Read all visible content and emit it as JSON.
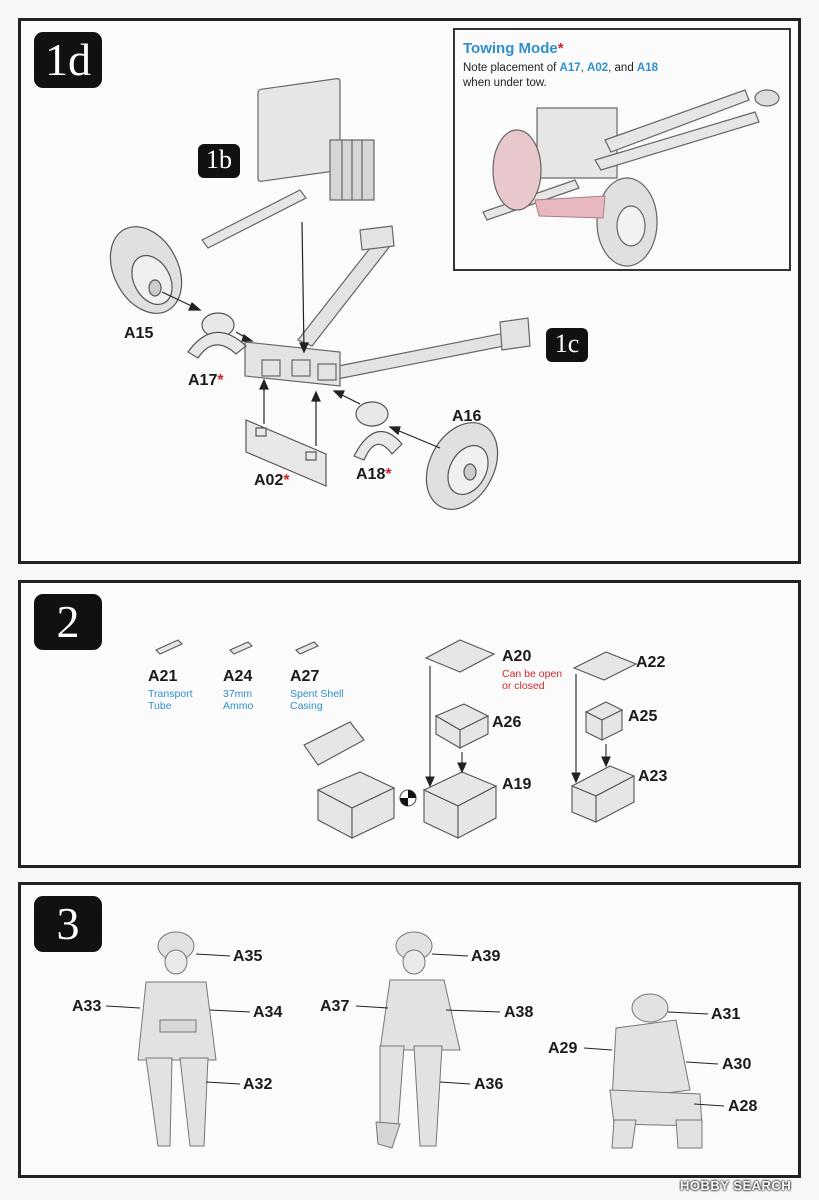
{
  "step1": {
    "number": "1d",
    "sub_b": "1b",
    "sub_c": "1c",
    "towing": {
      "title": "Towing Mode",
      "title_mark": "*",
      "note_prefix": "Note placement of ",
      "p1": "A17",
      "sep1": ", ",
      "p2": "A02",
      "sep2": ", and ",
      "p3": "A18",
      "note_suffix": "when under tow."
    },
    "parts": {
      "a15": "A15",
      "a17": "A17",
      "a02": "A02",
      "a18": "A18",
      "a16": "A16",
      "mark": "*"
    }
  },
  "step2": {
    "number": "2",
    "a21": "A21",
    "a21_desc1": "Transport",
    "a21_desc2": "Tube",
    "a24": "A24",
    "a24_desc1": "37mm",
    "a24_desc2": "Ammo",
    "a27": "A27",
    "a27_desc1": "Spent Shell",
    "a27_desc2": "Casing",
    "a20": "A20",
    "a20_desc1": "Can be open",
    "a20_desc2": "or closed",
    "a26": "A26",
    "a19": "A19",
    "a22": "A22",
    "a25": "A25",
    "a23": "A23"
  },
  "step3": {
    "number": "3",
    "labels": [
      "A35",
      "A33",
      "A34",
      "A32",
      "A39",
      "A37",
      "A38",
      "A36",
      "A31",
      "A29",
      "A30",
      "A28"
    ]
  },
  "watermark": "HOBBY SEARCH",
  "colors": {
    "accent_blue": "#2f8fcf",
    "accent_red": "#d0262a",
    "frame": "#222222"
  }
}
